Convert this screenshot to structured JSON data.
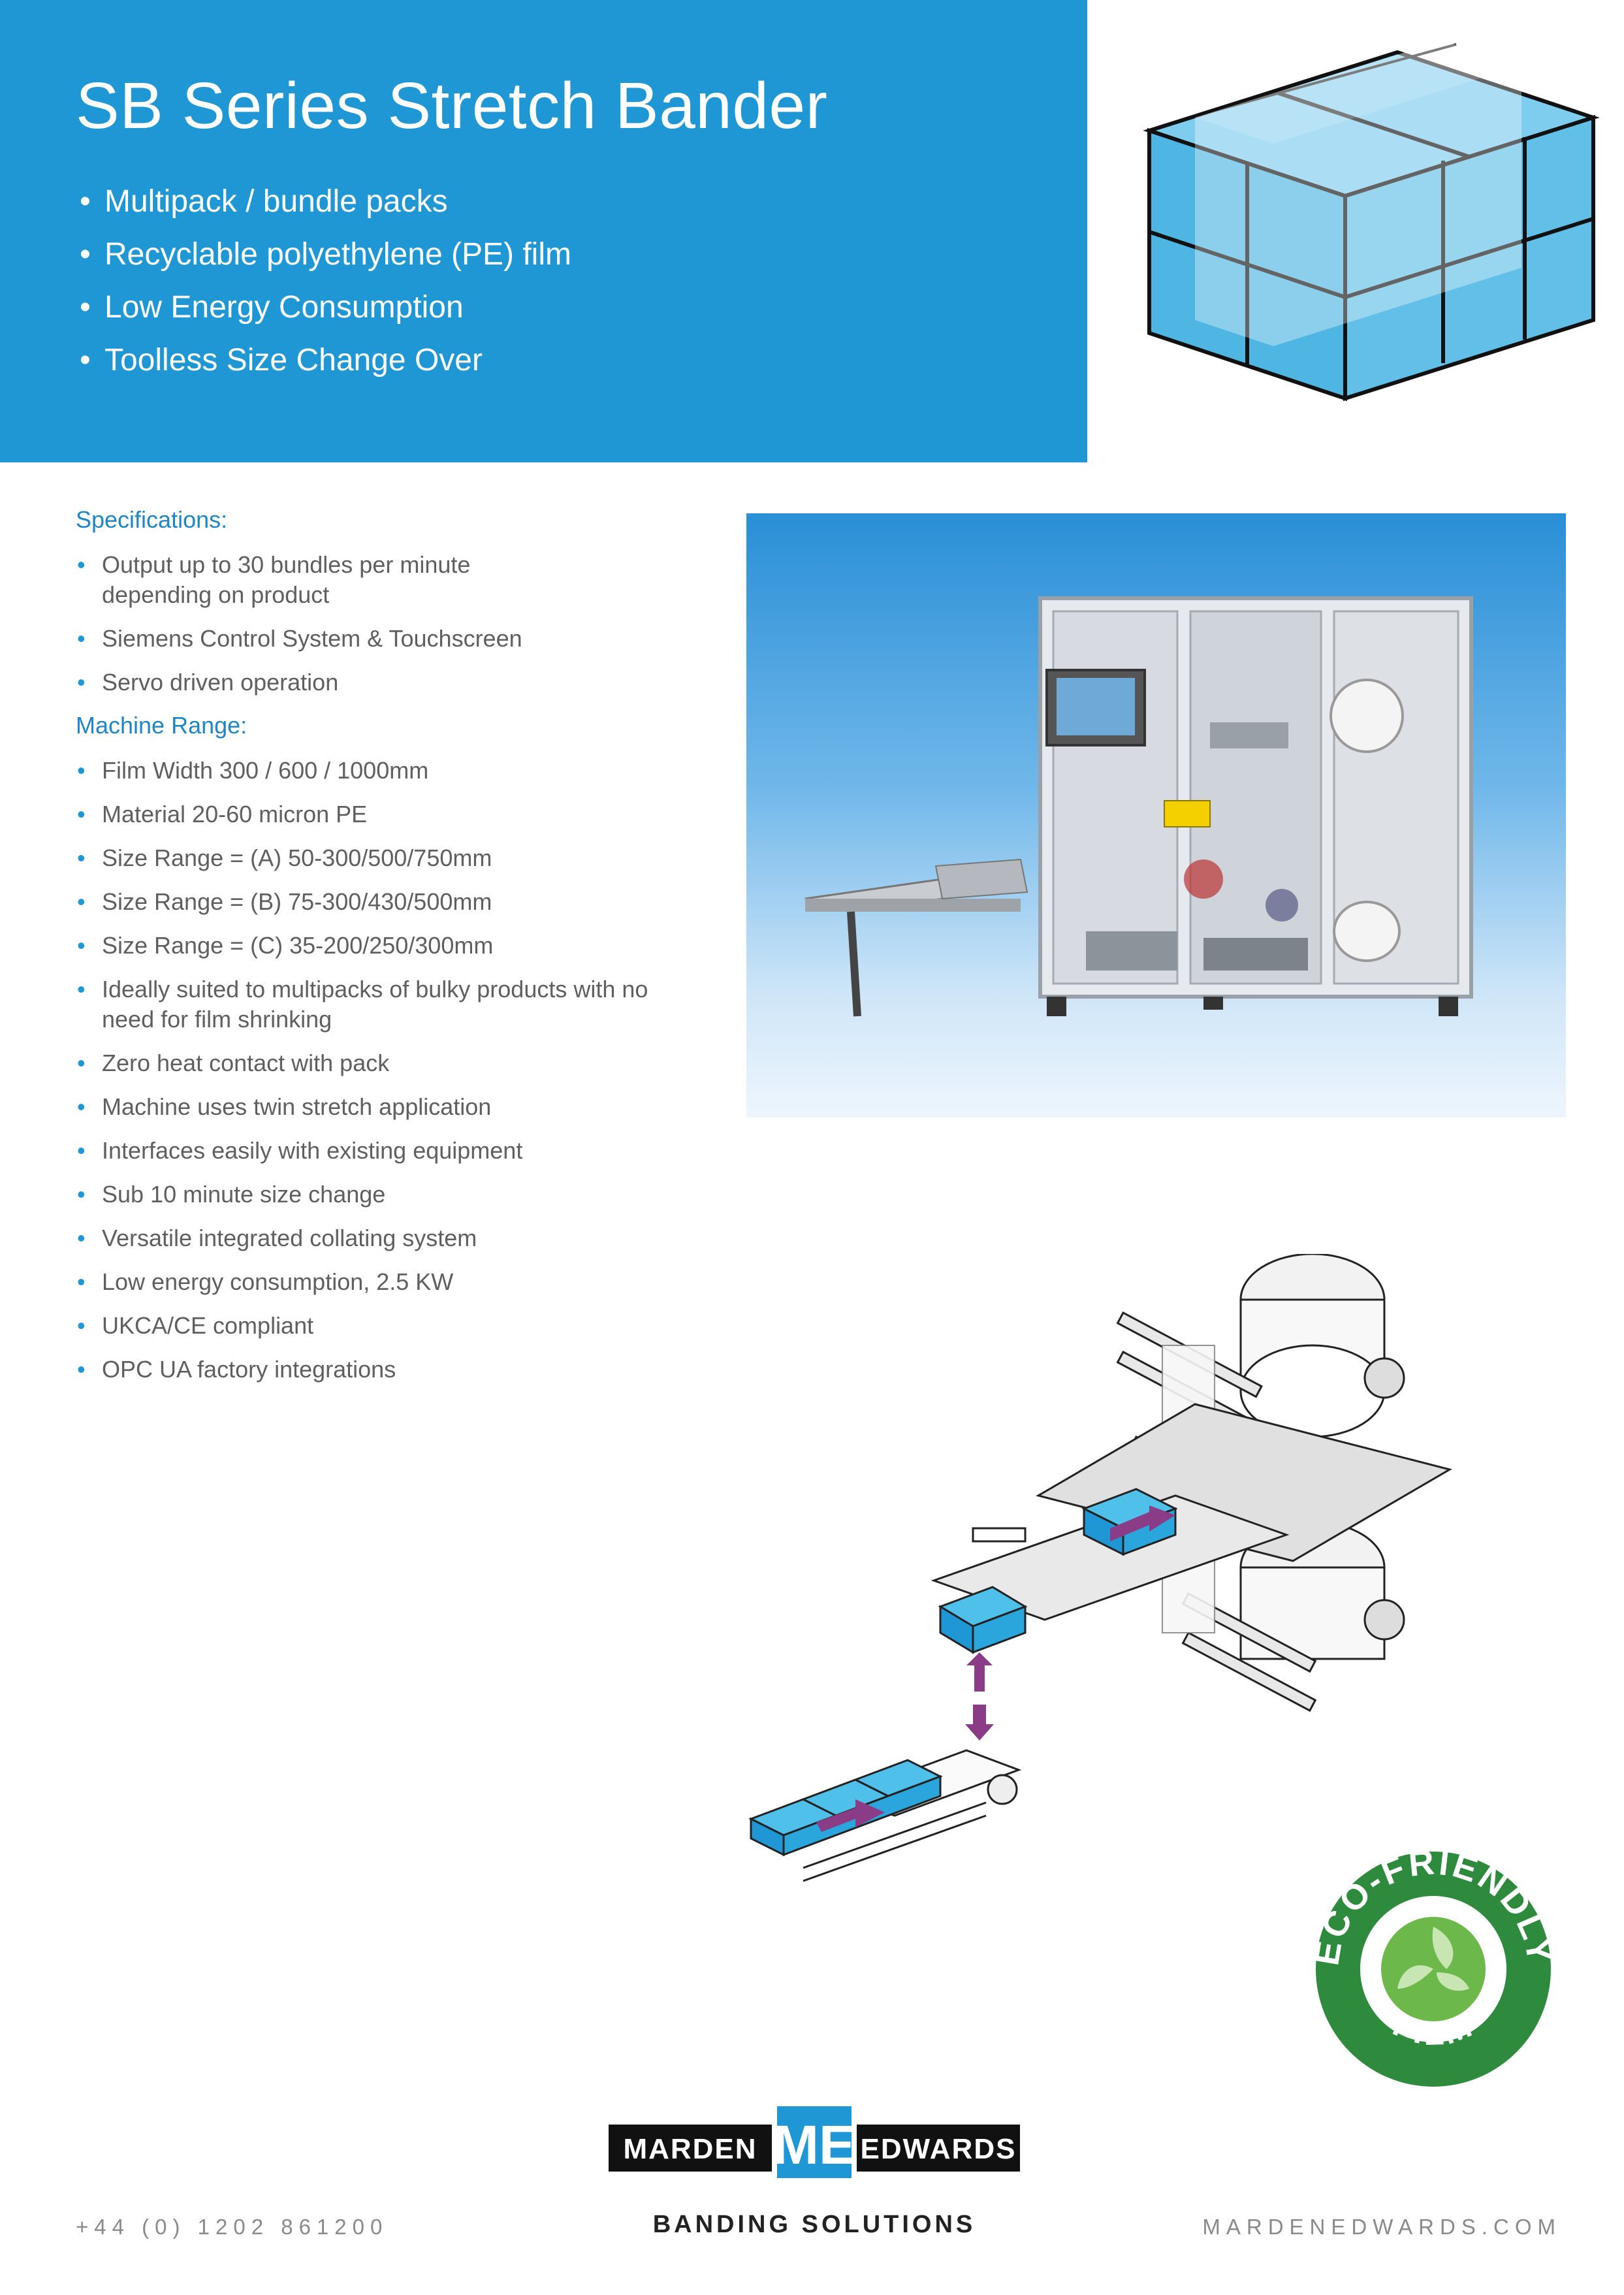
{
  "header": {
    "title": "SB Series Stretch Bander",
    "bullets": [
      "Multipack / bundle packs",
      "Recyclable polyethylene (PE) film",
      "Low Energy Consumption",
      "Toolless Size Change Over"
    ]
  },
  "specifications": {
    "heading": "Specifications:",
    "items": [
      "Output up to 30 bundles per minute depending on product",
      "Siemens Control System & Touchscreen",
      "Servo driven operation"
    ]
  },
  "machine_range": {
    "heading": "Machine Range:",
    "items": [
      "Film Width 300 / 600 / 1000mm",
      "Material 20-60 micron PE",
      "Size Range = (A) 50-300/500/750mm",
      "Size Range = (B) 75-300/430/500mm",
      "Size Range = (C) 35-200/250/300mm",
      "Ideally suited to multipacks of bulky products with no need for film shrinking",
      "Zero heat contact with pack",
      "Machine uses twin stretch application",
      "Interfaces easily with existing equipment",
      "Sub 10 minute size change",
      "Versatile integrated collating system",
      "Low energy consumption, 2.5 KW",
      "UKCA/CE compliant",
      "OPC UA factory integrations"
    ]
  },
  "eco_badge": {
    "top": "ECO-FRIENDLY",
    "bottom": "FILM"
  },
  "logo": {
    "left": "MARDEN",
    "mark": "ME",
    "right": "EDWARDS",
    "tagline": "BANDING SOLUTIONS"
  },
  "footer": {
    "phone": "+44 (0) 1202 861200",
    "website": "MARDENEDWARDS.COM"
  },
  "colors": {
    "brand_blue": "#1e97d4",
    "heading_blue": "#1f86c5",
    "eco_green": "#2e8b3e",
    "arrow_purple": "#8a3c86"
  }
}
